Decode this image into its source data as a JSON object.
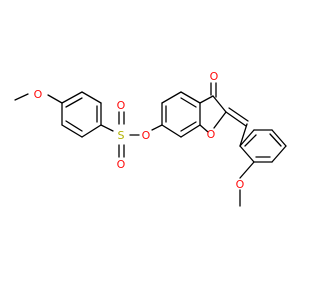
{
  "molecule": {
    "atoms": {
      "o_methoxy_left": "O",
      "s_sulfonyl": "S",
      "o_sulfonyl_top": "O",
      "o_sulfonyl_bottom": "O",
      "o_ester": "O",
      "o_carbonyl": "O",
      "o_ring": "O",
      "o_methoxy_right": "O"
    },
    "colors": {
      "bond": "#000000",
      "oxygen": "#ff0d0d",
      "sulfur": "#b2b200"
    }
  }
}
